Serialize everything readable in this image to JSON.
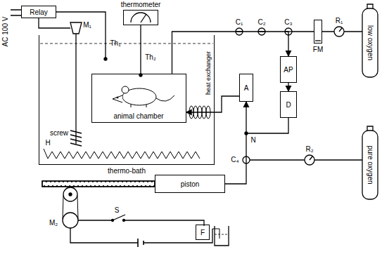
{
  "diagram": {
    "nodes": [
      {
        "text": [
          "Relay"
        ]
      },
      {
        "text": [
          "thermometer"
        ]
      },
      {
        "text": [
          "thermo-bath"
        ]
      },
      {
        "text": [
          "animal chamber"
        ],
        "in": 2
      },
      {
        "text": [
          "A"
        ]
      },
      {
        "text": [
          "AP"
        ]
      },
      {
        "text": [
          "D"
        ]
      },
      {
        "text": [
          "FM"
        ]
      },
      {
        "text": [
          "piston"
        ]
      },
      {
        "text": [
          "F"
        ]
      }
    ],
    "edges": [
      {
        "from": 3,
        "to": 5,
        "arrow": "to"
      },
      {
        "from": 5,
        "to": 6,
        "arrow": "to"
      },
      {
        "from": 6,
        "to": 4,
        "arrow": "to"
      },
      {
        "from": 4,
        "to": 3,
        "arrow": "to"
      }
    ],
    "labels": [
      "AC 100 V",
      "M₁",
      "Th₁",
      "Th₂",
      "screw",
      "H",
      "heat exchanger",
      "C₁",
      "C₂",
      "C₃",
      "R₁",
      "low oxygen",
      "N",
      "C₄",
      "R₂",
      "pure oxygen",
      "M₂",
      "S"
    ]
  }
}
